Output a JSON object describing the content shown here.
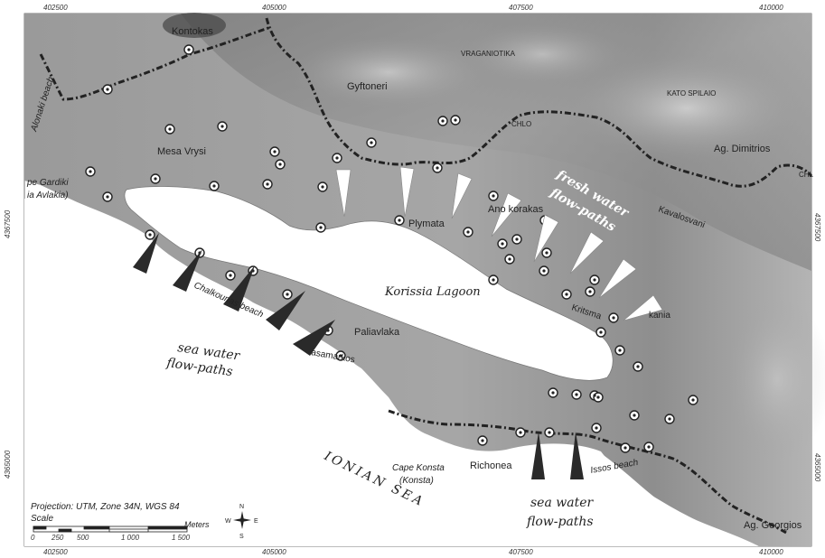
{
  "frame": {
    "top_ticks": [
      "402500",
      "405000",
      "407500",
      "410000"
    ],
    "bottom_ticks": [
      "402500",
      "405000",
      "407500",
      "410000"
    ],
    "left_ticks": [
      "4367500",
      "4365000"
    ],
    "right_ticks": [
      "4367500",
      "4365000"
    ]
  },
  "places": {
    "kontokas": "Kontokas",
    "vraganiotika": "VRAGANIOTIKA",
    "gyftoneri": "Gyftoneri",
    "kato_spilaio": "KATO SPILAIO",
    "chlo": "CHLO",
    "ag_dimitrios": "Ag. Dimitrios",
    "chl_right": "CHL",
    "mesa_vrysi": "Mesa Vrysi",
    "alonaki_beach": "Alonaki beach",
    "cape_gardiki": "pe Gardiki",
    "ria_avlakia": "ia Avlakia)",
    "plymata": "Plymata",
    "ano_korakas": "Ano korakas",
    "kavalouriani": "Kavalosvani",
    "korissia_lagoon": "Korissia Lagoon",
    "chalkounas_beach": "Chalkounas beach",
    "paliavlaka": "Paliavlaka",
    "kalsamarkos": "asamarkos",
    "kritsma": "Kritsma",
    "kania": "kania",
    "ionian_sea": "IONIAN SEA",
    "cape_konsta": "Cape Konsta",
    "konsta": "(Konsta)",
    "richonea": "Richonea",
    "issos_beach": "Issos beach",
    "ag_georgios": "Ag. Georgios"
  },
  "annotations": {
    "fresh_line1": "fresh water",
    "fresh_line2": "flow-paths",
    "sea_left_line1": "sea water",
    "sea_left_line2": "flow-paths",
    "sea_bottom_line1": "sea water",
    "sea_bottom_line2": "flow-paths"
  },
  "legend": {
    "projection": "Projection: UTM, Zone 34N, WGS 84",
    "scale_label": "Scale",
    "meters": "Meters",
    "scale_ticks": [
      "0",
      "250",
      "500",
      "1 000",
      "1 500"
    ],
    "north": "N",
    "south": "S",
    "east": "E",
    "west": "W"
  }
}
